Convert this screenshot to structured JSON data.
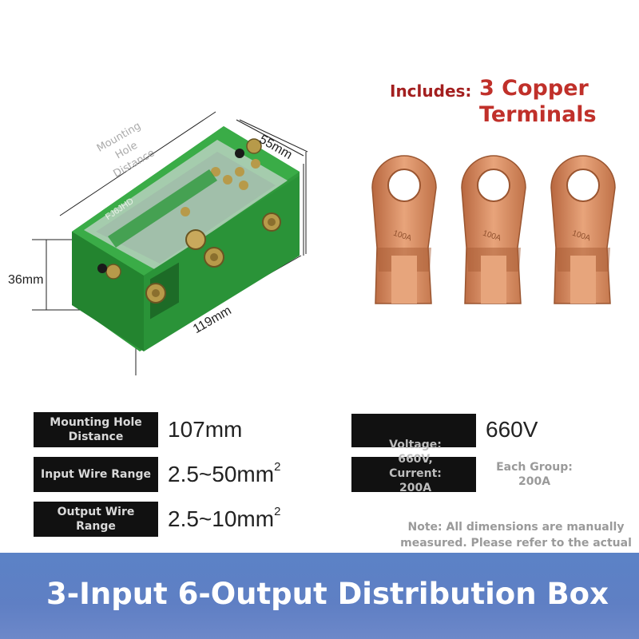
{
  "product": {
    "dimensions": {
      "depth": "55mm",
      "height": "36mm",
      "length": "119mm"
    },
    "hole_ghost_label": [
      "Mounting",
      "Hole",
      "Distance"
    ],
    "model_text": "FJ6JHD"
  },
  "includes": {
    "prefix": "Includes:",
    "line1": "3 Copper",
    "line2": "Terminals",
    "terminal_marking": "100A",
    "terminal_count": 3
  },
  "specs": {
    "rows": [
      {
        "label": "Mounting Hole Distance",
        "value": "107mm",
        "sup": ""
      },
      {
        "label": "Input Wire Range",
        "value": "2.5~50mm",
        "sup": "2"
      },
      {
        "label": "Output Wire Range",
        "value": "2.5~10mm",
        "sup": "2"
      }
    ],
    "right": {
      "voltage_value": "660V",
      "ghost_lines": [
        "Voltage:",
        "660V,",
        "Current:",
        "200A"
      ],
      "each_group": [
        "Each Group:",
        "200A"
      ]
    }
  },
  "note": "Note: All dimensions are manually measured. Please refer to the actual product received.",
  "footer": {
    "title": "3-Input 6-Output Distribution Box"
  },
  "colors": {
    "housing_green": "#2f9a3c",
    "copper": "#d98b5f",
    "accent_red": "#c0302a",
    "footer_blue": "#5f7fc4"
  }
}
